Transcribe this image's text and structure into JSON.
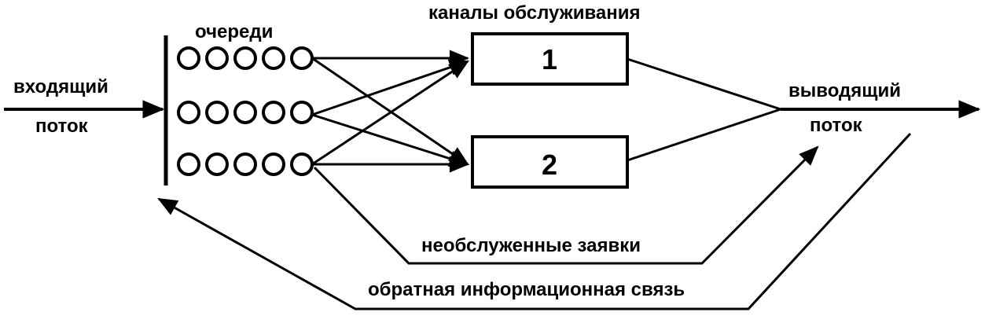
{
  "labels": {
    "incoming_line1": "входящий",
    "incoming_line2": "поток",
    "queues": "очереди",
    "channels": "каналы обслуживания",
    "outgoing_line1": "выводящий",
    "outgoing_line2": "поток",
    "unserved": "необслуженные заявки",
    "feedback": "обратная информационная связь"
  },
  "channels": [
    {
      "label": "1"
    },
    {
      "label": "2"
    }
  ],
  "queues": [
    {
      "slots": 5
    },
    {
      "slots": 5
    },
    {
      "slots": 5
    }
  ],
  "colors": {
    "stroke": "#000000",
    "background": "#ffffff"
  }
}
